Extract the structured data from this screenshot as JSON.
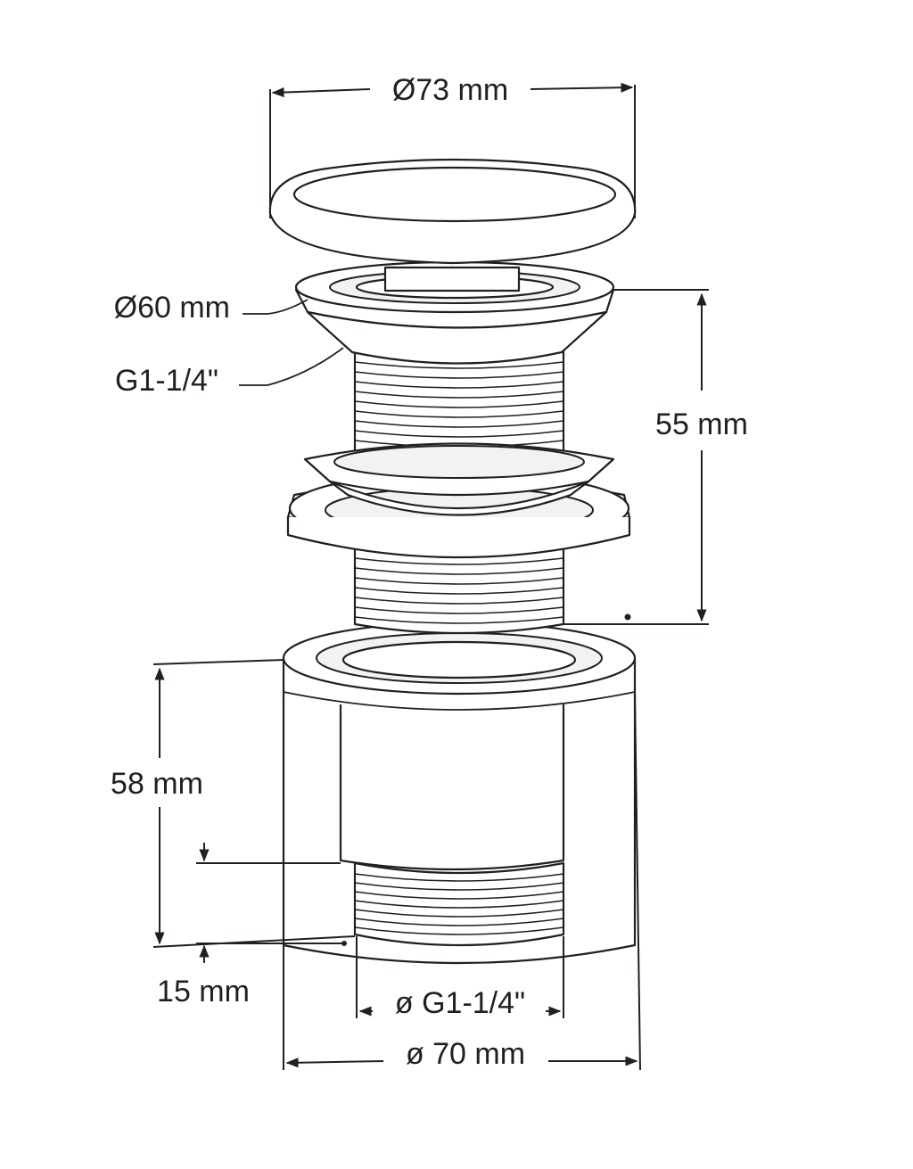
{
  "dimensions": {
    "cap_diameter": "Ø73 mm",
    "flange_diameter": "Ø60 mm",
    "thread_top": "G1-1/4\"",
    "height_upper": "55 mm",
    "height_lower": "58 mm",
    "thread_length": "15 mm",
    "thread_bottom": "ø G1-1/4\"",
    "body_diameter": "ø 70 mm"
  },
  "colors": {
    "line": "#231f20",
    "fill": "#ffffff",
    "shade": "#f2f2f2"
  }
}
